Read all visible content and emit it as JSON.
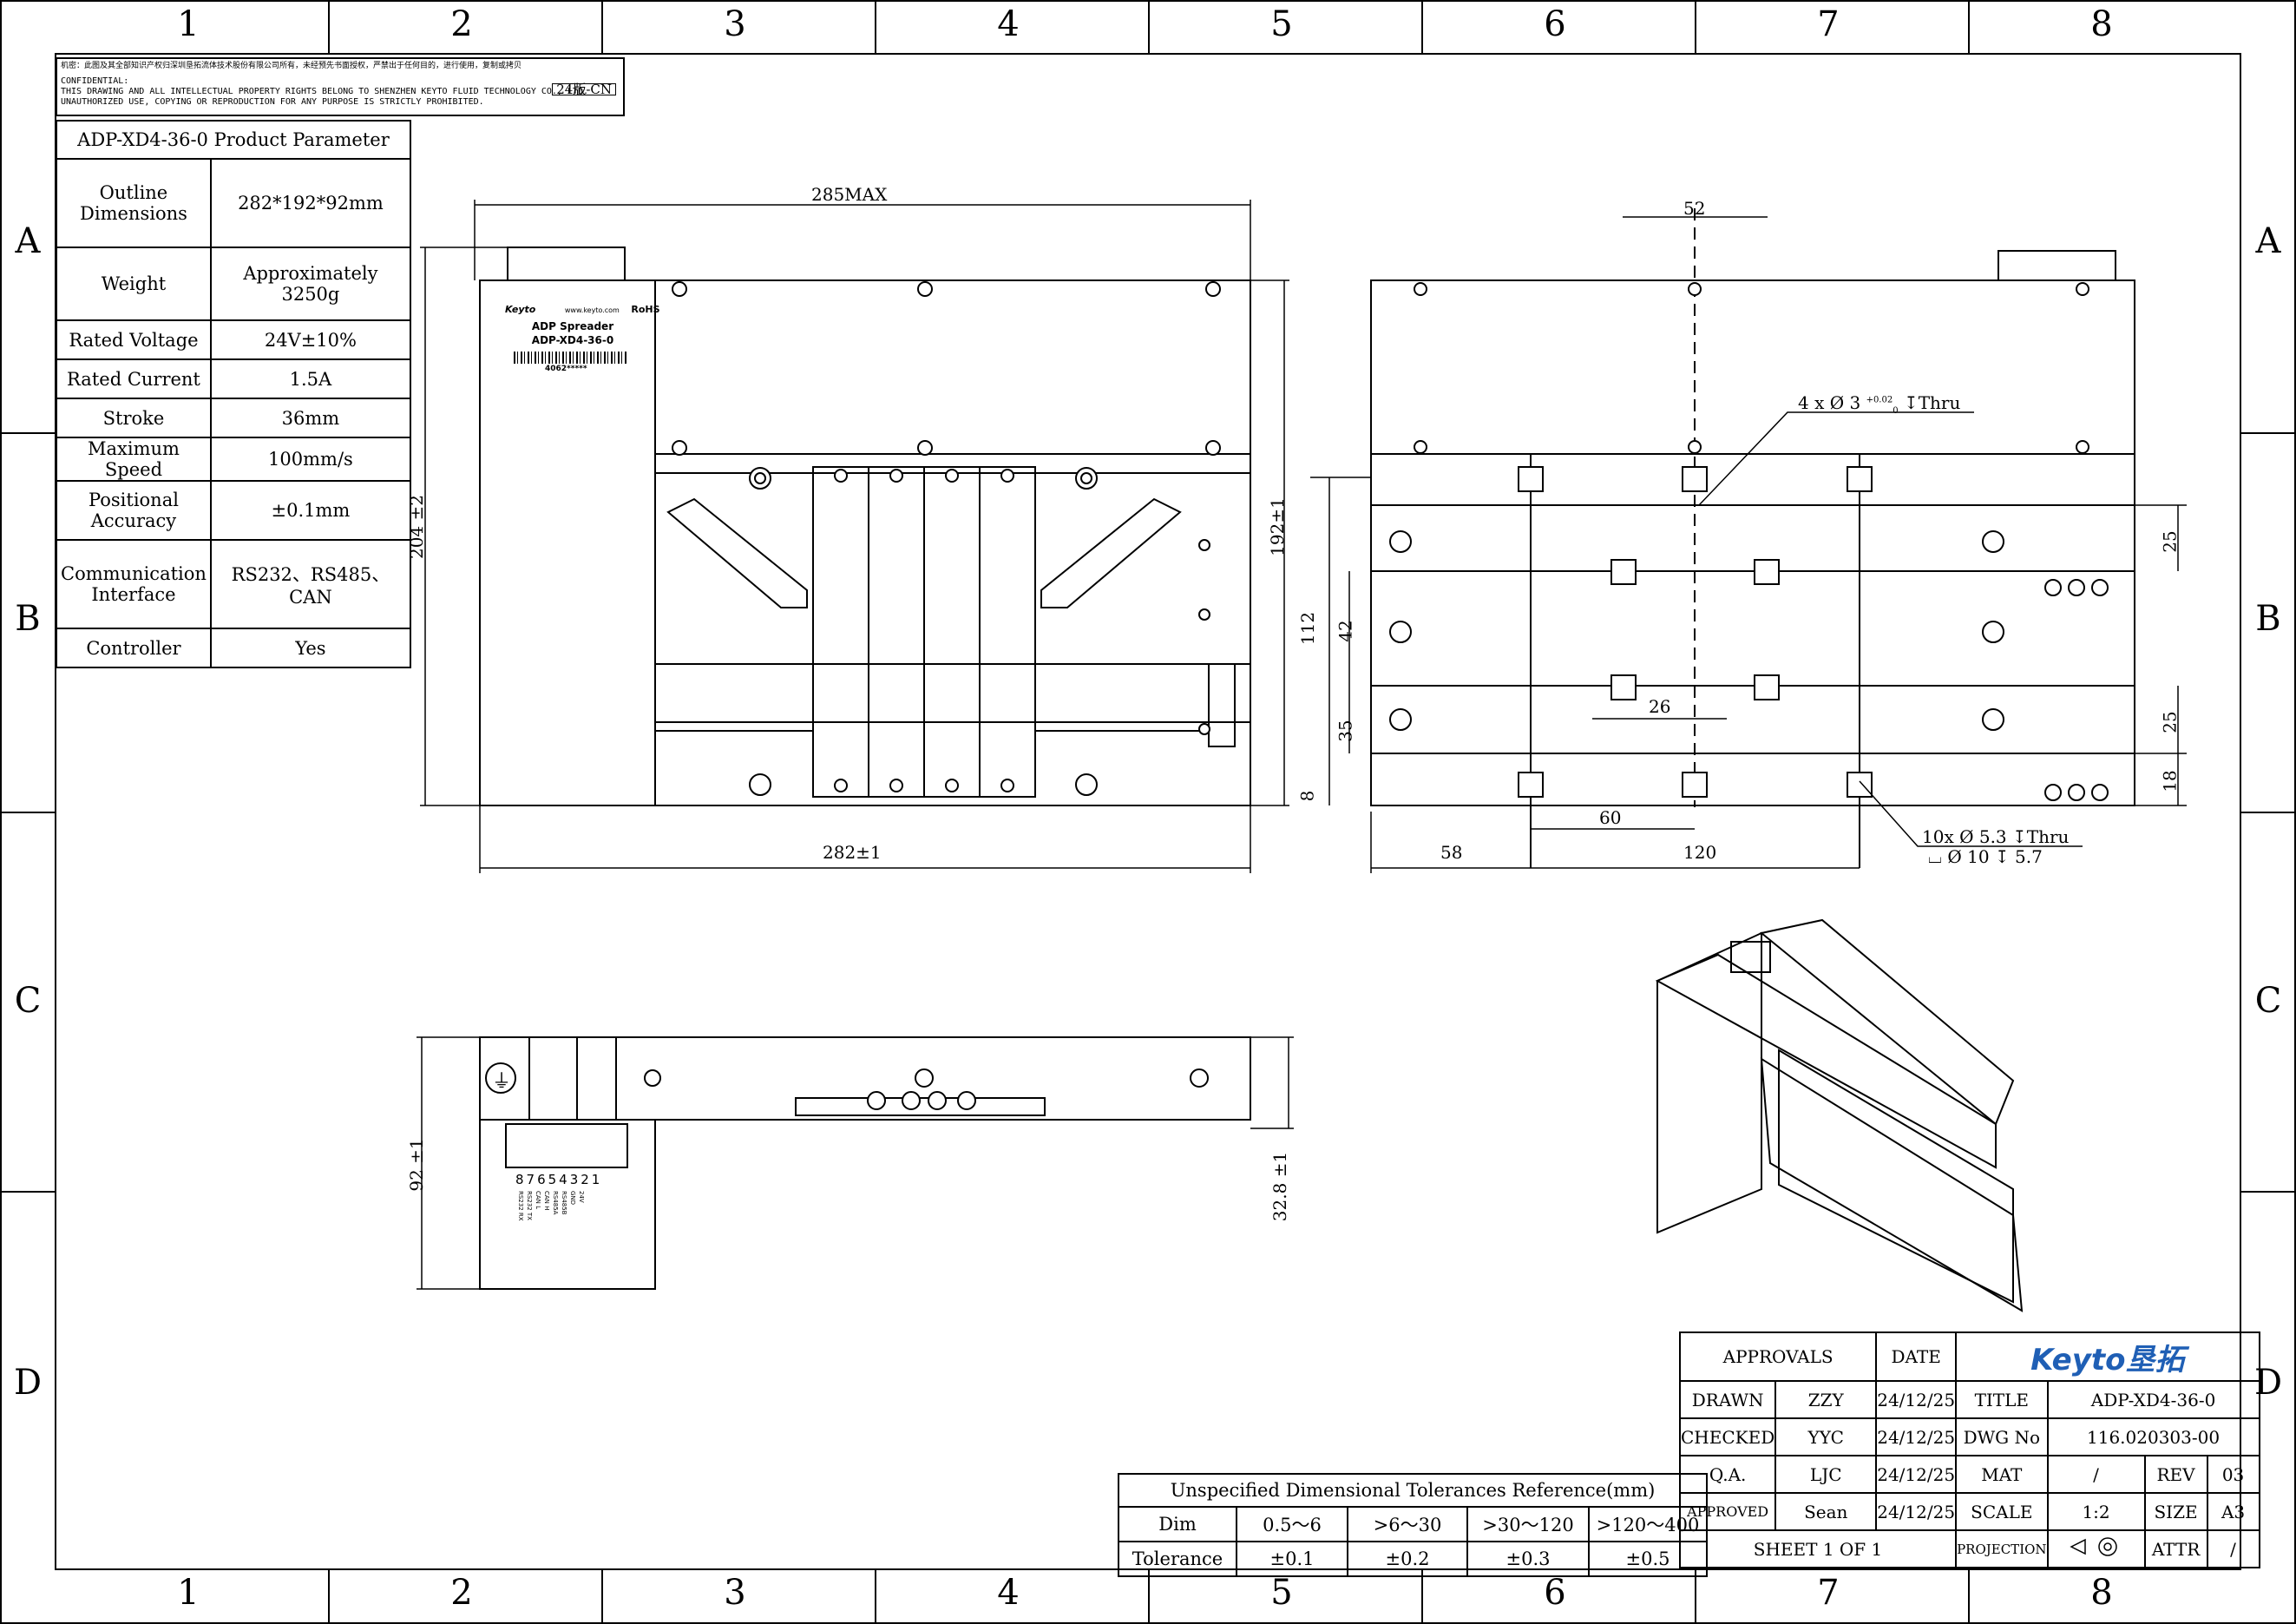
{
  "zones": {
    "columns": [
      "1",
      "2",
      "3",
      "4",
      "5",
      "6",
      "7",
      "8"
    ],
    "rows": [
      "A",
      "B",
      "C",
      "D"
    ]
  },
  "confidential": {
    "line_cn": "机密：此图及其全部知识产权归深圳垦拓流体技术股份有限公司所有，未经预先书面授权，严禁出于任何目的，进行使用，复制或拷贝",
    "line_en1": "CONFIDENTIAL:",
    "line_en2": "THIS DRAWING AND ALL INTELLECTUAL PROPERTY RIGHTS BELONG TO SHENZHEN KEYTO FLUID TECHNOLOGY CO., LTD.",
    "line_en3": "UNAUTHORIZED USE, COPYING OR REPRODUCTION FOR ANY PURPOSE IS STRICTLY PROHIBITED.",
    "version": "24版-CN"
  },
  "parameters": {
    "title": "ADP-XD4-36-0 Product Parameter",
    "rows": [
      {
        "label": "Outline Dimensions",
        "value": "282*192*92mm"
      },
      {
        "label": "Weight",
        "value": "Approximately 3250g"
      },
      {
        "label": "Rated Voltage",
        "value": "24V±10%"
      },
      {
        "label": "Rated Current",
        "value": "1.5A"
      },
      {
        "label": "Stroke",
        "value": "36mm"
      },
      {
        "label": "Maximum Speed",
        "value": "100mm/s"
      },
      {
        "label": "Positional Accuracy",
        "value": "±0.1mm"
      },
      {
        "label": "Communication Interface",
        "value": "RS232、RS485、CAN"
      },
      {
        "label": "Controller",
        "value": "Yes"
      }
    ]
  },
  "front_view": {
    "label_brand": "Keyto",
    "label_web": "www.keyto.com",
    "label_rohs": "RoHS",
    "label_name": "ADP Spreader",
    "label_model": "ADP-XD4-36-0",
    "label_serial": "4062*****",
    "dim_top": "285MAX",
    "dim_bottom": "282±1",
    "dim_left": "204 ±2",
    "dim_right": "192±1"
  },
  "side_view": {
    "dim_52": "52",
    "dim_112": "112",
    "dim_42": "42",
    "dim_35": "35",
    "dim_8": "8",
    "dim_26": "26",
    "dim_60": "60",
    "dim_58": "58",
    "dim_120": "120",
    "dim_25a": "25",
    "dim_25b": "25",
    "dim_18": "18",
    "callout_thru": "4 x  Ø 3",
    "callout_thru_tol": "+0.02",
    "callout_thru_tol2": "0",
    "callout_thru_end": "↧Thru",
    "callout_holes1": "10x  Ø 5.3  ↧Thru",
    "callout_holes2": "⌴ Ø 10  ↧ 5.7"
  },
  "top_view": {
    "dim_92": "92 ±1",
    "dim_328": "32.8 ±1",
    "pin_numbers": "87654321",
    "pins": [
      "RS232 RX",
      "RS232 TX",
      "CAN L",
      "CAN H",
      "RS485A",
      "RS485B",
      "GND",
      "24V"
    ]
  },
  "tolerances": {
    "title": "Unspecified Dimensional Tolerances Reference(mm)",
    "header": [
      "Dim",
      "0.5～6",
      ">6～30",
      ">30～120",
      ">120～400"
    ],
    "row": [
      "Tolerance",
      "±0.1",
      "±0.2",
      "±0.3",
      "±0.5"
    ]
  },
  "title_block": {
    "approvals": "APPROVALS",
    "date": "DATE",
    "logo_en": "Keyto",
    "logo_cn": "垦拓",
    "rows": [
      {
        "role": "DRAWN",
        "name": "ZZY",
        "date": "24/12/25"
      },
      {
        "role": "CHECKED",
        "name": "YYC",
        "date": "24/12/25"
      },
      {
        "role": "Q.A.",
        "name": "LJC",
        "date": "24/12/25"
      },
      {
        "role": "APPROVED",
        "name": "Sean",
        "date": "24/12/25"
      }
    ],
    "title_label": "TITLE",
    "title_value": "ADP-XD4-36-0",
    "dwg_label": "DWG No",
    "dwg_value": "116.020303-00",
    "mat_label": "MAT",
    "mat_value": "/",
    "rev_label": "REV",
    "rev_value": "03",
    "scale_label": "SCALE",
    "scale_value": "1:2",
    "size_label": "SIZE",
    "size_value": "A3",
    "sheet": "SHEET 1 OF 1",
    "projection_label": "PROJECTION",
    "attr_label": "ATTR",
    "attr_value": "/"
  }
}
